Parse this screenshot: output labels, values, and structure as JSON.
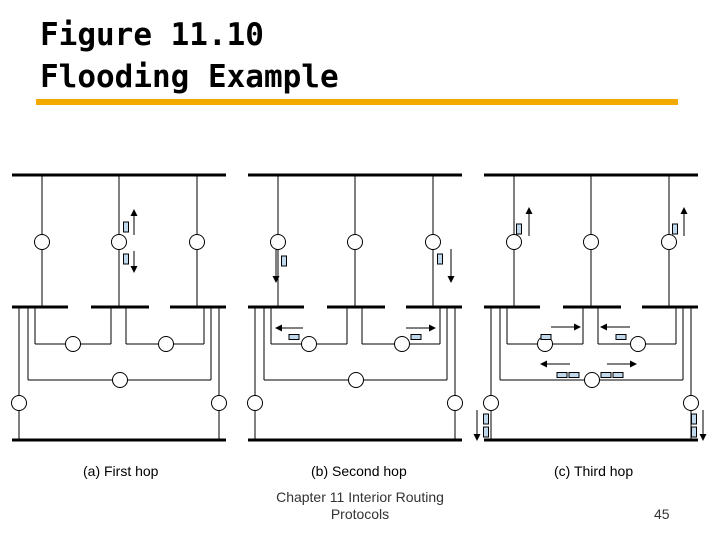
{
  "slide": {
    "title_line1": "Figure 11.10",
    "title_line2": "Flooding Example",
    "accent_color": "#f2a900",
    "packet_color": "#bfd8ec"
  },
  "panels": [
    {
      "caption": "(a) First hop"
    },
    {
      "caption": "(b) Second hop"
    },
    {
      "caption": "(c) Third hop"
    }
  ],
  "footer": {
    "line1": "Chapter 11 Interior Routing",
    "line2": "Protocols",
    "page_number": "45"
  }
}
